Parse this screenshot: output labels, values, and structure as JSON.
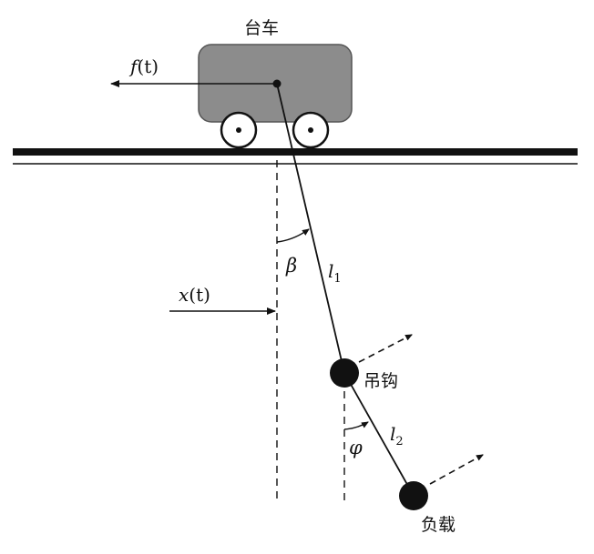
{
  "labels": {
    "trolley": "台车",
    "force": "f(t)",
    "force_fn": "f",
    "force_arg": "(t)",
    "position_fn": "x",
    "position_arg": "(t)",
    "angle_beta": "β",
    "angle_phi": "φ",
    "rope1_sym": "l",
    "rope1_sub": "1",
    "rope2_sym": "l",
    "rope2_sub": "2",
    "hook": "吊钩",
    "load": "负载"
  },
  "colors": {
    "trolley_body": "#8c8c8c",
    "rail": "#111111",
    "line": "#111111",
    "mass": "#111111"
  }
}
